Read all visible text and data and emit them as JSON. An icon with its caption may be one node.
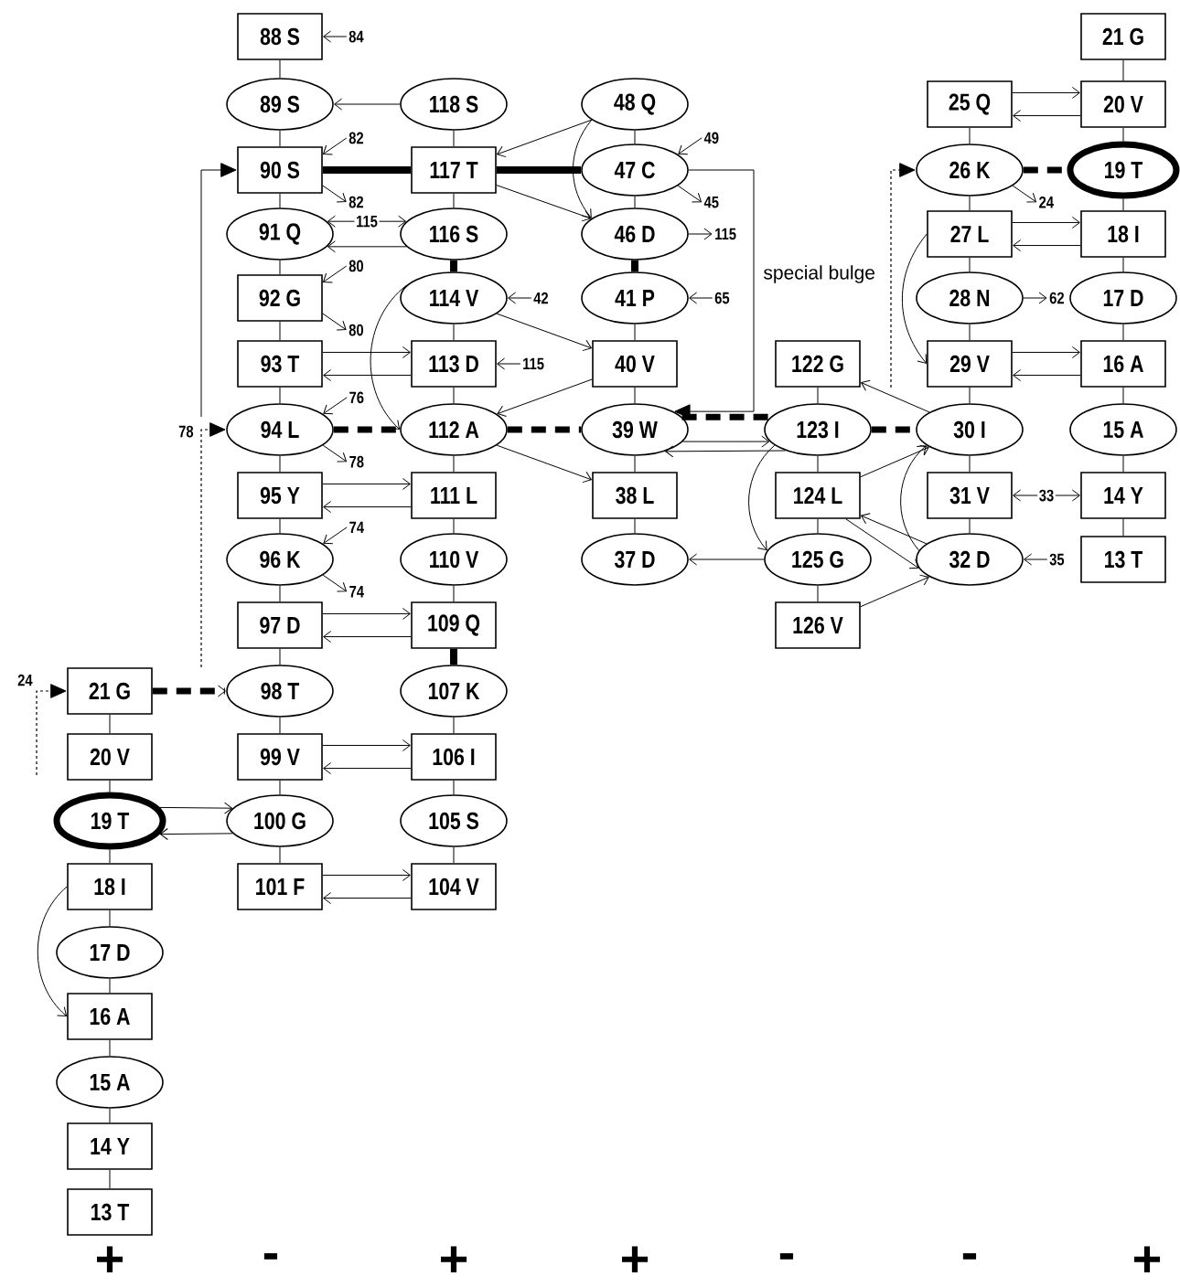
{
  "diagram": {
    "nodes": [
      {
        "text": [
          "88 S"
        ]
      },
      {
        "text": [
          "89 S"
        ]
      },
      {
        "text": [
          "90 S"
        ]
      },
      {
        "text": [
          "91 Q"
        ]
      },
      {
        "text": [
          "92 G"
        ]
      },
      {
        "text": [
          "93 T"
        ]
      },
      {
        "text": [
          "94 L"
        ]
      },
      {
        "text": [
          "95 Y"
        ]
      },
      {
        "text": [
          "96 K"
        ]
      },
      {
        "text": [
          "97 D"
        ]
      },
      {
        "text": [
          "98 T"
        ]
      },
      {
        "text": [
          "99 V"
        ]
      },
      {
        "text": [
          "100 G"
        ]
      },
      {
        "text": [
          "101 F"
        ]
      },
      {
        "text": [
          "118 S"
        ]
      },
      {
        "text": [
          "117 T"
        ]
      },
      {
        "text": [
          "116 S"
        ]
      },
      {
        "text": [
          "114 V"
        ]
      },
      {
        "text": [
          "113 D"
        ]
      },
      {
        "text": [
          "112 A"
        ]
      },
      {
        "text": [
          "111 L"
        ]
      },
      {
        "text": [
          "110 V"
        ]
      },
      {
        "text": [
          "109 Q"
        ]
      },
      {
        "text": [
          "107 K"
        ]
      },
      {
        "text": [
          "106 I"
        ]
      },
      {
        "text": [
          "105 S"
        ]
      },
      {
        "text": [
          "104 V"
        ]
      },
      {
        "text": [
          "48 Q"
        ]
      },
      {
        "text": [
          "47 C"
        ]
      },
      {
        "text": [
          "46 D"
        ]
      },
      {
        "text": [
          "41 P"
        ]
      },
      {
        "text": [
          "40 V"
        ]
      },
      {
        "text": [
          "39 W"
        ]
      },
      {
        "text": [
          "38 L"
        ]
      },
      {
        "text": [
          "37 D"
        ]
      },
      {
        "text": [
          "122 G"
        ]
      },
      {
        "text": [
          "123 I"
        ]
      },
      {
        "text": [
          "124 L"
        ]
      },
      {
        "text": [
          "125 G"
        ]
      },
      {
        "text": [
          "126 V"
        ]
      },
      {
        "text": [
          "25 Q"
        ]
      },
      {
        "text": [
          "26 K"
        ]
      },
      {
        "text": [
          "27 L"
        ]
      },
      {
        "text": [
          "28 N"
        ]
      },
      {
        "text": [
          "29 V"
        ]
      },
      {
        "text": [
          "30 I"
        ]
      },
      {
        "text": [
          "31 V"
        ]
      },
      {
        "text": [
          "32 D"
        ]
      },
      {
        "text": [
          "21 G"
        ]
      },
      {
        "text": [
          "20 V"
        ]
      },
      {
        "text": [
          "19 T"
        ]
      },
      {
        "text": [
          "18 I"
        ]
      },
      {
        "text": [
          "17 D"
        ]
      },
      {
        "text": [
          "16 A"
        ]
      },
      {
        "text": [
          "15 A"
        ]
      },
      {
        "text": [
          "14 Y"
        ]
      },
      {
        "text": [
          "13 T"
        ]
      },
      {
        "text": [
          "21 G"
        ]
      },
      {
        "text": [
          "20 V"
        ]
      },
      {
        "text": [
          "19 T"
        ]
      },
      {
        "text": [
          "18 I"
        ]
      },
      {
        "text": [
          "17 D"
        ]
      },
      {
        "text": [
          "16 A"
        ]
      },
      {
        "text": [
          "15 A"
        ]
      },
      {
        "text": [
          "14 Y"
        ]
      },
      {
        "text": [
          "13 T"
        ]
      }
    ],
    "edges": [
      {
        "from": 0,
        "to": 1,
        "arrow": "none"
      },
      {
        "from": 1,
        "to": 2,
        "arrow": "none"
      },
      {
        "from": 2,
        "to": 3,
        "arrow": "none"
      },
      {
        "from": 3,
        "to": 4,
        "arrow": "none"
      },
      {
        "from": 4,
        "to": 5,
        "arrow": "none"
      },
      {
        "from": 5,
        "to": 6,
        "arrow": "none"
      },
      {
        "from": 6,
        "to": 7,
        "arrow": "none"
      },
      {
        "from": 7,
        "to": 8,
        "arrow": "none"
      },
      {
        "from": 8,
        "to": 9,
        "arrow": "none"
      },
      {
        "from": 9,
        "to": 10,
        "arrow": "none"
      },
      {
        "from": 10,
        "to": 11,
        "arrow": "none"
      },
      {
        "from": 11,
        "to": 12,
        "arrow": "none"
      },
      {
        "from": 12,
        "to": 13,
        "arrow": "none"
      },
      {
        "from": 14,
        "to": 15,
        "arrow": "none"
      },
      {
        "from": 15,
        "to": 16,
        "arrow": "none"
      },
      {
        "from": 16,
        "to": 17,
        "arrow": "none",
        "style": "thick"
      },
      {
        "from": 17,
        "to": 18,
        "arrow": "none"
      },
      {
        "from": 18,
        "to": 19,
        "arrow": "none"
      },
      {
        "from": 19,
        "to": 20,
        "arrow": "none"
      },
      {
        "from": 20,
        "to": 21,
        "arrow": "none"
      },
      {
        "from": 21,
        "to": 22,
        "arrow": "none"
      },
      {
        "from": 22,
        "to": 23,
        "arrow": "none",
        "style": "thick"
      },
      {
        "from": 23,
        "to": 24,
        "arrow": "none"
      },
      {
        "from": 24,
        "to": 25,
        "arrow": "none"
      },
      {
        "from": 25,
        "to": 26,
        "arrow": "none"
      },
      {
        "from": 27,
        "to": 28,
        "arrow": "none"
      },
      {
        "from": 28,
        "to": 29,
        "arrow": "none"
      },
      {
        "from": 29,
        "to": 30,
        "arrow": "none",
        "style": "thick"
      },
      {
        "from": 30,
        "to": 31,
        "arrow": "none"
      },
      {
        "from": 31,
        "to": 32,
        "arrow": "none"
      },
      {
        "from": 32,
        "to": 33,
        "arrow": "none"
      },
      {
        "from": 33,
        "to": 34,
        "arrow": "none"
      },
      {
        "from": 35,
        "to": 36,
        "arrow": "none"
      },
      {
        "from": 36,
        "to": 37,
        "arrow": "none"
      },
      {
        "from": 37,
        "to": 38,
        "arrow": "none"
      },
      {
        "from": 38,
        "to": 39,
        "arrow": "none"
      },
      {
        "from": 40,
        "to": 41,
        "arrow": "none"
      },
      {
        "from": 41,
        "to": 42,
        "arrow": "none"
      },
      {
        "from": 42,
        "to": 43,
        "arrow": "none"
      },
      {
        "from": 43,
        "to": 44,
        "arrow": "none"
      },
      {
        "from": 44,
        "to": 45,
        "arrow": "none"
      },
      {
        "from": 45,
        "to": 46,
        "arrow": "none"
      },
      {
        "from": 46,
        "to": 47,
        "arrow": "none"
      },
      {
        "from": 48,
        "to": 49,
        "arrow": "none"
      },
      {
        "from": 49,
        "to": 50,
        "arrow": "none"
      },
      {
        "from": 50,
        "to": 51,
        "arrow": "none"
      },
      {
        "from": 51,
        "to": 52,
        "arrow": "none"
      },
      {
        "from": 52,
        "to": 53,
        "arrow": "none"
      },
      {
        "from": 53,
        "to": 54,
        "arrow": "none"
      },
      {
        "from": 54,
        "to": 55,
        "arrow": "none"
      },
      {
        "from": 55,
        "to": 56,
        "arrow": "none"
      },
      {
        "from": 57,
        "to": 58,
        "arrow": "none"
      },
      {
        "from": 58,
        "to": 59,
        "arrow": "none"
      },
      {
        "from": 59,
        "to": 60,
        "arrow": "none"
      },
      {
        "from": 60,
        "to": 61,
        "arrow": "none"
      },
      {
        "from": 61,
        "to": 62,
        "arrow": "none"
      },
      {
        "from": 62,
        "to": 63,
        "arrow": "none"
      },
      {
        "from": 63,
        "to": 64,
        "arrow": "none"
      },
      {
        "from": 64,
        "to": 65,
        "arrow": "none"
      },
      {
        "from": 14,
        "to": 1,
        "arrow": "to"
      },
      {
        "from": 2,
        "to": 15,
        "arrow": "none",
        "style": "thick"
      },
      {
        "from": 15,
        "to": 28,
        "arrow": "none",
        "style": "thick"
      },
      {
        "from": 3,
        "to": 16,
        "arrow": "both",
        "label": "115"
      },
      {
        "from": 16,
        "to": 3,
        "arrow": "to"
      },
      {
        "from": 5,
        "to": 18,
        "arrow": "to"
      },
      {
        "from": 18,
        "to": 5,
        "arrow": "to"
      },
      {
        "from": 6,
        "to": 19,
        "arrow": "none",
        "style": "dashed"
      },
      {
        "from": 7,
        "to": 20,
        "arrow": "to"
      },
      {
        "from": 20,
        "to": 7,
        "arrow": "to"
      },
      {
        "from": 9,
        "to": 22,
        "arrow": "to"
      },
      {
        "from": 22,
        "to": 9,
        "arrow": "to"
      },
      {
        "from": 57,
        "to": 10,
        "arrow": "to",
        "style": "dashed"
      },
      {
        "from": 11,
        "to": 24,
        "arrow": "to"
      },
      {
        "from": 24,
        "to": 11,
        "arrow": "to"
      },
      {
        "from": 59,
        "to": 12,
        "arrow": "to"
      },
      {
        "from": 12,
        "to": 59,
        "arrow": "to"
      },
      {
        "from": 13,
        "to": 26,
        "arrow": "to"
      },
      {
        "from": 26,
        "to": 13,
        "arrow": "to"
      },
      {
        "from": 27,
        "to": 15,
        "arrow": "to"
      },
      {
        "from": 15,
        "to": 29,
        "arrow": "to"
      },
      {
        "from": 27,
        "to": 29,
        "arrow": "to"
      },
      {
        "from": 17,
        "to": 31,
        "arrow": "to"
      },
      {
        "from": 31,
        "to": 19,
        "arrow": "to"
      },
      {
        "from": 19,
        "to": 33,
        "arrow": "to"
      },
      {
        "from": 17,
        "to": 19,
        "arrow": "to"
      },
      {
        "from": 19,
        "to": 32,
        "arrow": "none",
        "style": "dashed"
      },
      {
        "from": 32,
        "to": 36,
        "arrow": "none",
        "style": "dashed"
      },
      {
        "from": 32,
        "to": 36,
        "arrow": "to"
      },
      {
        "from": 36,
        "to": 32,
        "arrow": "to"
      },
      {
        "from": 36,
        "to": 45,
        "arrow": "none",
        "style": "dashed"
      },
      {
        "from": 38,
        "to": 34,
        "arrow": "to"
      },
      {
        "from": 36,
        "to": 38,
        "arrow": "to"
      },
      {
        "from": 45,
        "to": 35,
        "arrow": "to"
      },
      {
        "from": 37,
        "to": 45,
        "arrow": "to"
      },
      {
        "from": 47,
        "to": 37,
        "arrow": "to"
      },
      {
        "from": 37,
        "to": 47,
        "arrow": "to"
      },
      {
        "from": 39,
        "to": 47,
        "arrow": "to"
      },
      {
        "from": 47,
        "to": 45,
        "arrow": "to"
      },
      {
        "from": 42,
        "to": 44,
        "arrow": "to"
      },
      {
        "from": 40,
        "to": 49,
        "arrow": "to"
      },
      {
        "from": 49,
        "to": 40,
        "arrow": "to"
      },
      {
        "from": 42,
        "to": 51,
        "arrow": "to"
      },
      {
        "from": 51,
        "to": 42,
        "arrow": "to"
      },
      {
        "from": 44,
        "to": 53,
        "arrow": "to"
      },
      {
        "from": 53,
        "to": 44,
        "arrow": "to"
      },
      {
        "from": 46,
        "to": 55,
        "arrow": "both",
        "label": "33"
      },
      {
        "from": 41,
        "to": 50,
        "arrow": "none",
        "style": "dashed"
      },
      {
        "from": 60,
        "to": 62,
        "arrow": "to"
      },
      {
        "from": 28,
        "to": 32,
        "arrow": "to"
      },
      {
        "from": null,
        "to": 2,
        "arrow": "to"
      },
      {
        "from": null,
        "to": 6,
        "arrow": "to",
        "style": "dashed",
        "label": "78"
      },
      {
        "from": null,
        "to": 57,
        "arrow": "to",
        "style": "dashed",
        "label": "24"
      },
      {
        "from": null,
        "to": 41,
        "arrow": "to",
        "style": "dashed"
      },
      {
        "from": null,
        "to": 0,
        "arrow": "to",
        "label": "84"
      },
      {
        "from": null,
        "to": 2,
        "arrow": "to",
        "label": "82"
      },
      {
        "from": 2,
        "to": null,
        "arrow": "to",
        "label": "82"
      },
      {
        "from": null,
        "to": 4,
        "arrow": "to",
        "label": "80"
      },
      {
        "from": 4,
        "to": null,
        "arrow": "to",
        "label": "80"
      },
      {
        "from": null,
        "to": 6,
        "arrow": "to",
        "label": "76"
      },
      {
        "from": 6,
        "to": null,
        "arrow": "to",
        "label": "78"
      },
      {
        "from": null,
        "to": 8,
        "arrow": "to",
        "label": "74"
      },
      {
        "from": 8,
        "to": null,
        "arrow": "to",
        "label": "74"
      },
      {
        "from": null,
        "to": 17,
        "arrow": "to",
        "label": "42"
      },
      {
        "from": null,
        "to": 18,
        "arrow": "to",
        "label": "115"
      },
      {
        "from": null,
        "to": 28,
        "arrow": "to",
        "label": "49"
      },
      {
        "from": 28,
        "to": null,
        "arrow": "to",
        "label": "45"
      },
      {
        "from": 29,
        "to": null,
        "arrow": "to",
        "label": "115"
      },
      {
        "from": null,
        "to": 30,
        "arrow": "to",
        "label": "65"
      },
      {
        "from": 43,
        "to": null,
        "arrow": "to",
        "label": "62"
      },
      {
        "from": 41,
        "to": null,
        "arrow": "to",
        "label": "24"
      },
      {
        "from": null,
        "to": 47,
        "arrow": "to",
        "label": "35"
      }
    ],
    "labels": [
      "special bulge",
      "+",
      "-",
      "+",
      "+",
      "-",
      "-",
      "+"
    ]
  }
}
